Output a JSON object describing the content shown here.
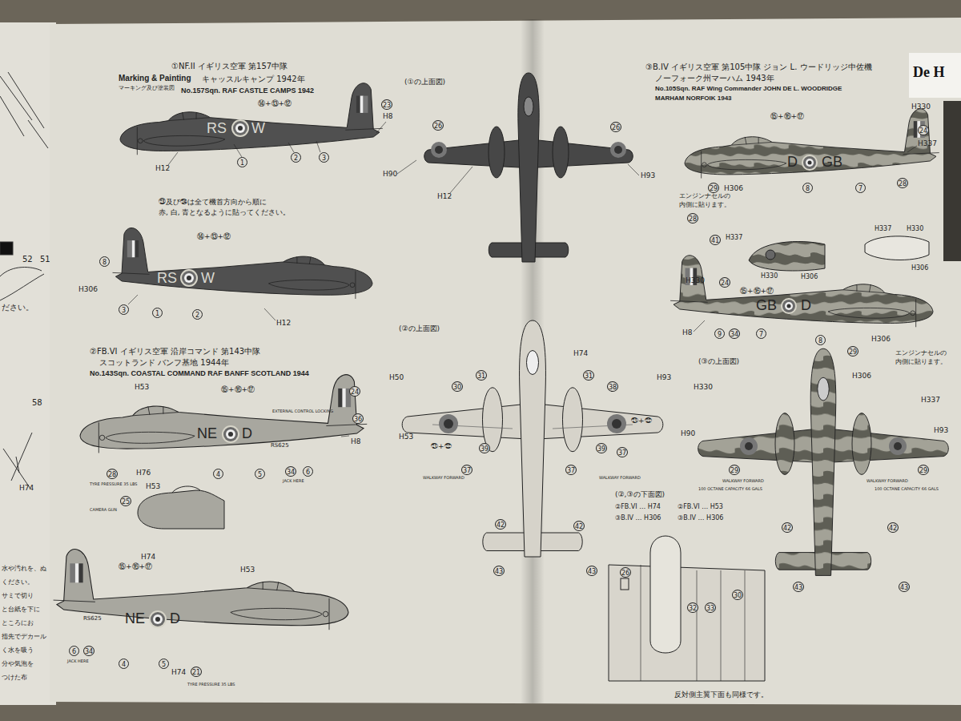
{
  "diagram": {
    "title": "Marking & Painting",
    "labels": [
      "ださい。",
      "52",
      "51",
      "H306",
      "58",
      "H74",
      "水や汚れを、ぬ",
      "ください。",
      "サミで切り",
      "と台紙を下に",
      "ところにお",
      "指先でデカール",
      "く水を吸う",
      "分や気泡を",
      "つけた布",
      "マーキング及び塗装図",
      "①NF.II イギリス空軍 第157中隊",
      "キャッスルキャンプ 1942年",
      "No.157Sqn. RAF CASTLE CAMPS 1942",
      "⑭+⑬+⑫",
      "23",
      "H8",
      "RS",
      "W",
      "1",
      "2",
      "3",
      "H12",
      "㉓及び㉔は全て機首方向から順に",
      "赤, 白, 青となるように貼ってください。",
      "⑭+⑬+⑫",
      "RS",
      "W",
      "8",
      "3",
      "1",
      "2",
      "H12",
      "②FB.VI イギリス空軍 沿岸コマンド 第143中隊",
      "スコットランド バンフ基地 1944年",
      "No.143Sqn. COASTAL COMMAND RAF BANFF SCOTLAND 1944",
      "H53",
      "⑮+⑯+⑰",
      "24",
      "EXTERNAL CONTROL LOCKING",
      "36",
      "NE",
      "D",
      "RS625",
      "H8",
      "28",
      "H76",
      "4",
      "5",
      "34",
      "6",
      "JACK HERE",
      "TYRE PRESSURE 35 LBS",
      "H53",
      "CAMERA GUN",
      "25",
      "H74",
      "⑮+⑯+⑰",
      "H53",
      "RS625",
      "NE",
      "D",
      "6",
      "34",
      "4",
      "5",
      "JACK HERE",
      "H74",
      "21",
      "TYRE PRESSURE 35 LBS",
      "(①の上面図)",
      "26",
      "26",
      "H90",
      "H12",
      "H93",
      "③B.IV イギリス空軍 第105中隊 ジョン L. ウードリッジ中佐機",
      "ノーフォーク州マーハム 1943年",
      "No.105Sqn. RAF Wing Commander JOHN DE L. WOODRIDGE",
      "MARHAM NORFOIK 1943",
      "H330",
      "⑮+⑯+⑰",
      "24",
      "H337",
      "D",
      "GB",
      "29",
      "H306",
      "8",
      "7",
      "28",
      "エンジンナセルの",
      "内側に貼ります。",
      "28",
      "41",
      "H337",
      "H330",
      "H306",
      "H337",
      "H330",
      "H306",
      "H330",
      "24",
      "⑮+⑯+⑰",
      "GB",
      "D",
      "H8",
      "9",
      "34",
      "7",
      "8",
      "H306",
      "29",
      "エンジンナセルの",
      "内側に貼ります。",
      "(②の上面図)",
      "H74",
      "H50",
      "H93",
      "H53",
      "㉑+㉒",
      "㉑+㉒",
      "30",
      "31",
      "31",
      "38",
      "39",
      "37",
      "37",
      "39",
      "37",
      "WALKWAY FORWARD",
      "WALKWAY FORWARD",
      "42",
      "43",
      "42",
      "43",
      "(③の上面図)",
      "H330",
      "H306",
      "H337",
      "H90",
      "H93",
      "29",
      "29",
      "WALKWAY FORWARD",
      "WALKWAY FORWARD",
      "100 OCTANE CAPACITY 66 GALS",
      "100 OCTANE CAPACITY 66 GALS",
      "42",
      "43",
      "42",
      "43",
      "(②,③の下面図)",
      "②FB.VI … H74",
      "③B.IV … H306",
      "②FB.VI … H53",
      "③B.IV … H306",
      "26",
      "32",
      "33",
      "30",
      "反対側主翼下面も同様です。",
      "De H"
    ]
  }
}
